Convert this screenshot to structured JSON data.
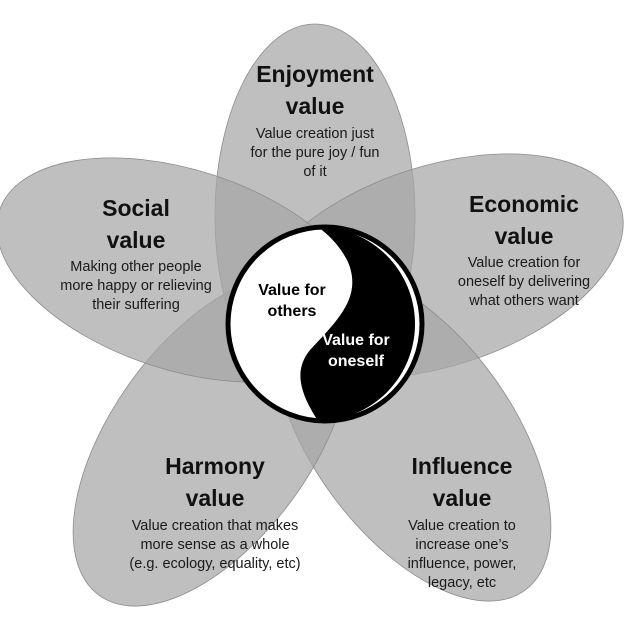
{
  "colors": {
    "petal": "#a6a6a6",
    "yin": "#000000",
    "yang": "#ffffff"
  },
  "petals": [
    {
      "id": "enjoyment",
      "title": "Enjoyment value",
      "description": "Value creation just for the pure joy / fun of it"
    },
    {
      "id": "economic",
      "title": "Economic value",
      "description": "Value creation for oneself by delivering what others want"
    },
    {
      "id": "influence",
      "title": "Influence value",
      "description": "Value creation to increase one’s influence, power, legacy, etc"
    },
    {
      "id": "harmony",
      "title": "Harmony value",
      "description": "Value creation that makes more sense as a whole (e.g. ecology, equality, etc)"
    },
    {
      "id": "social",
      "title": "Social value",
      "description": "Making other people more happy or relieving their suffering"
    }
  ],
  "center": {
    "others_label": "Value for others",
    "oneself_label": "Value for oneself"
  }
}
